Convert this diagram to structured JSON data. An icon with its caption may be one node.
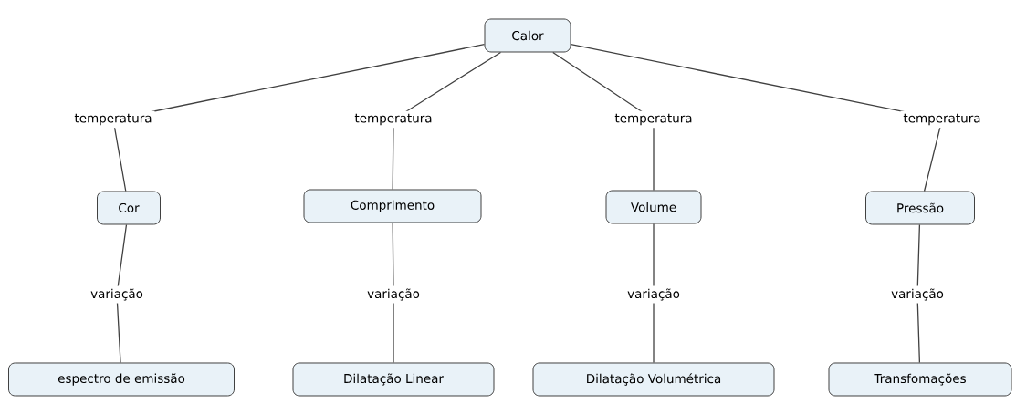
{
  "diagram": {
    "nodes": [
      {
        "text": [
          "Calor"
        ]
      },
      {
        "text": [
          "Cor"
        ]
      },
      {
        "text": [
          "Comprimento"
        ]
      },
      {
        "text": [
          "Volume"
        ]
      },
      {
        "text": [
          "Pressão"
        ]
      },
      {
        "text": [
          "espectro de emissão"
        ]
      },
      {
        "text": [
          "Dilatação Linear"
        ]
      },
      {
        "text": [
          "Dilatação Volumétrica"
        ]
      },
      {
        "text": [
          "Transfomações"
        ]
      }
    ],
    "edges": [
      {
        "from": 0,
        "to": 1,
        "arrow": "none",
        "label": "temperatura"
      },
      {
        "from": 0,
        "to": 2,
        "arrow": "none",
        "label": "temperatura"
      },
      {
        "from": 0,
        "to": 3,
        "arrow": "none",
        "label": "temperatura"
      },
      {
        "from": 0,
        "to": 4,
        "arrow": "none",
        "label": "temperatura"
      },
      {
        "from": 1,
        "to": 5,
        "arrow": "none",
        "label": "variação"
      },
      {
        "from": 2,
        "to": 6,
        "arrow": "none",
        "label": "variação"
      },
      {
        "from": 3,
        "to": 7,
        "arrow": "none",
        "label": "variação"
      },
      {
        "from": 4,
        "to": 8,
        "arrow": "none",
        "label": "variação"
      }
    ]
  }
}
